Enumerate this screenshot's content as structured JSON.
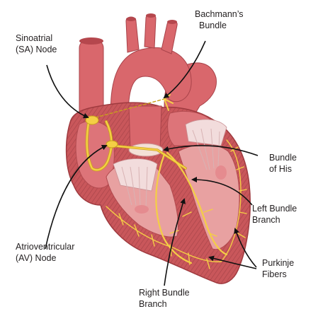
{
  "labels": {
    "sa_node": [
      "Sinoatrial",
      "(SA) Node"
    ],
    "bachmanns_bundle": [
      "Bachmann’s",
      "Bundle"
    ],
    "bundle_of_his": [
      "Bundle",
      "of His"
    ],
    "left_bundle_branch": [
      "Left Bundle",
      "Branch"
    ],
    "purkinje_fibers": [
      "Purkinje",
      "Fibers"
    ],
    "right_bundle_branch": [
      "Right Bundle",
      "Branch"
    ],
    "av_node": [
      "Atrioventricular",
      "(AV) Node"
    ]
  },
  "colors": {
    "muscle": "#c9575b",
    "muscle_dark": "#9f3a3f",
    "vessel": "#dc6c70",
    "cavity": "#e8a1a1",
    "valve": "#f2dcdc",
    "conduction": "#f4cf45",
    "conduction_edge": "#c9a01c",
    "arrow": "#111111"
  }
}
